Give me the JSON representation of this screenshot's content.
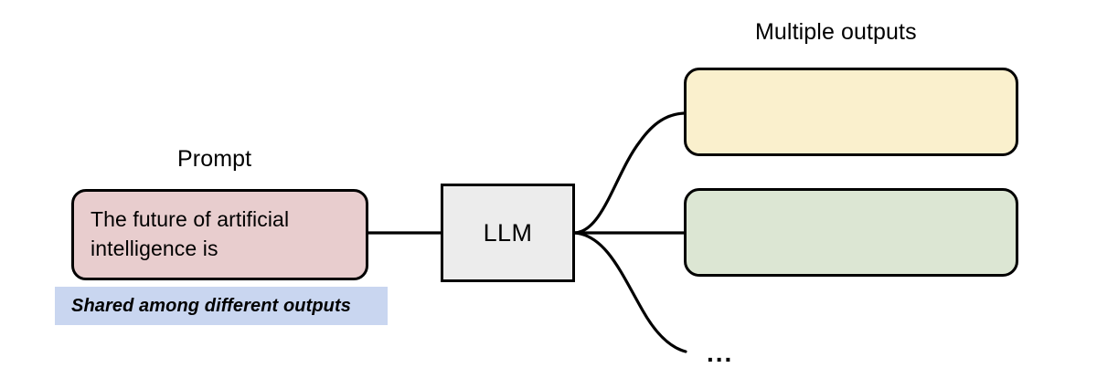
{
  "figure": {
    "kind": "flow-diagram",
    "background": "#ffffff",
    "stroke_color": "#000000"
  },
  "labels": {
    "prompt_caption": "Prompt",
    "outputs_caption": "Multiple outputs"
  },
  "nodes": {
    "prompt": {
      "text": "The future of artificial intelligence is",
      "fill": "#e8cdce",
      "shape": "rounded-rectangle"
    },
    "model": {
      "text": "LLM",
      "fill": "#ececec",
      "shape": "rectangle"
    },
    "outputs": [
      {
        "text": "",
        "fill": "#faf0cd",
        "shape": "rounded-rectangle"
      },
      {
        "text": "",
        "fill": "#dce6d3",
        "shape": "rounded-rectangle"
      }
    ],
    "more_outputs_marker": "..."
  },
  "annotation": {
    "text": "Shared among different outputs",
    "highlight_color": "#c9d6f0"
  },
  "edges": [
    {
      "from": "prompt",
      "to": "model",
      "style": "straight"
    },
    {
      "from": "model",
      "to": "output-1",
      "style": "curve-up"
    },
    {
      "from": "model",
      "to": "output-2",
      "style": "straight"
    },
    {
      "from": "model",
      "to": "more-outputs",
      "style": "curve-down"
    }
  ]
}
